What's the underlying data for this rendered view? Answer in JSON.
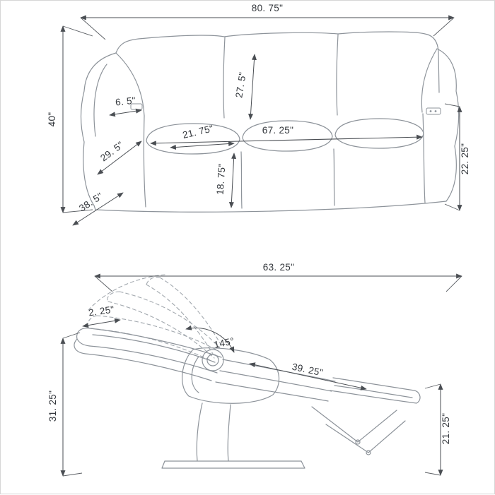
{
  "diagram": {
    "kind": "furniture-dimension-line-drawing",
    "accent_line_color": "#8d939a",
    "dimension_color": "#4a4e53",
    "background": "#ffffff"
  },
  "sofa": {
    "overall_width": "80. 75\"",
    "overall_height": "40\"",
    "armrest_width": "6. 5\"",
    "seat_back_height": "27. 5\"",
    "seat_cushion_width": "21. 75\"",
    "interior_width": "67. 25\"",
    "arm_front_height": "29. 5\"",
    "seat_height": "18. 75\"",
    "overall_depth": "38. 5\"",
    "arm_outside_height": "22. 25\""
  },
  "recliner": {
    "reclined_length": "63. 25\"",
    "wall_clearance": "2. 25\"",
    "recline_angle": "145°",
    "footrest_extension": "39. 25\"",
    "reclined_height": "31. 25\"",
    "footrest_height": "21. 25\""
  }
}
